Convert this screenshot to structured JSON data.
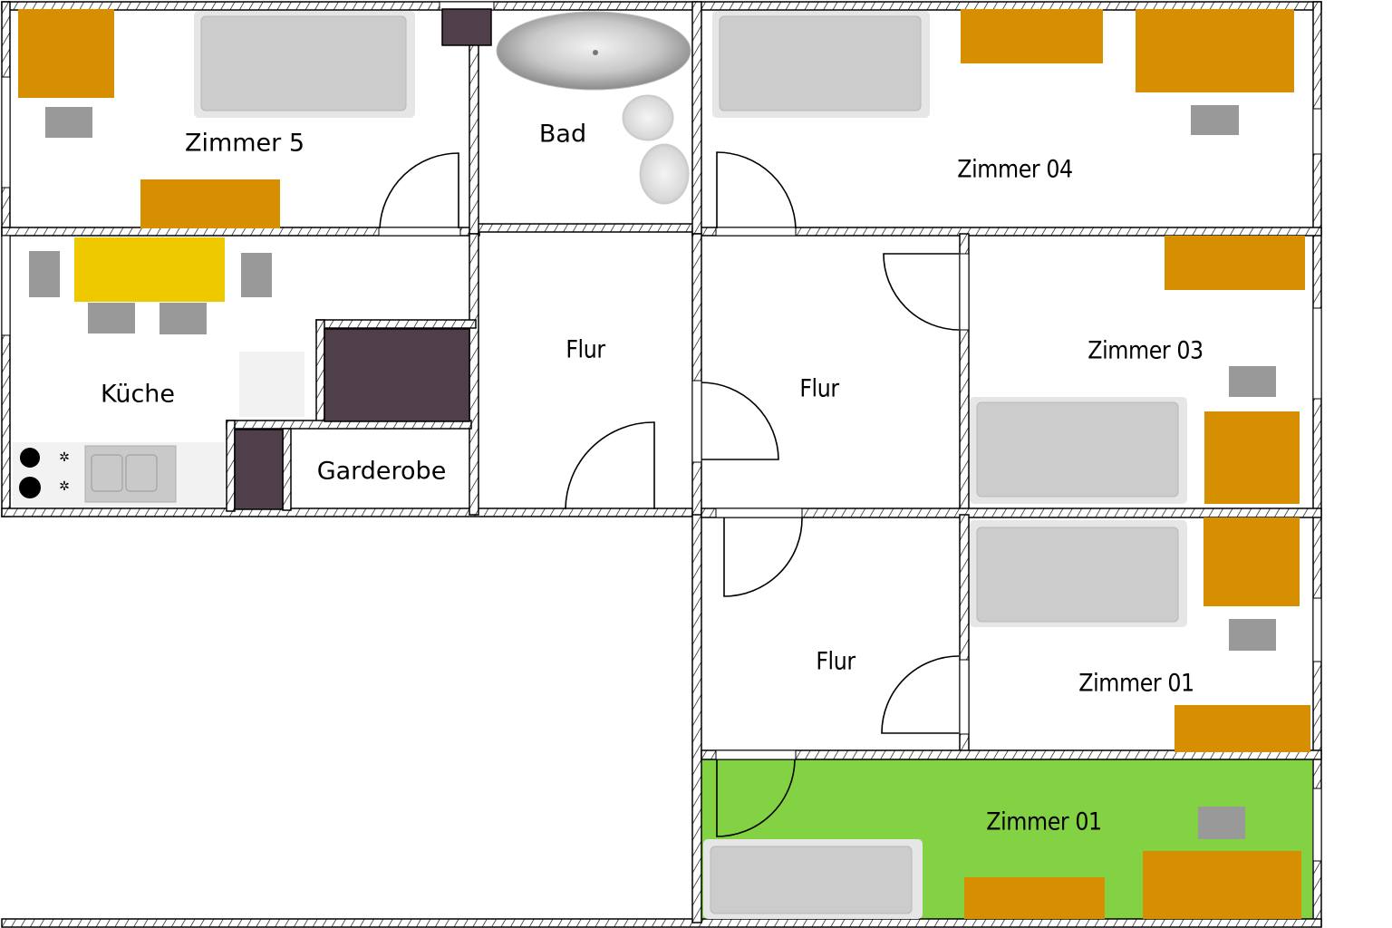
{
  "plan": {
    "title": "Floor plan",
    "rooms": [
      {
        "id": "zimmer-5",
        "label": "Zimmer 5"
      },
      {
        "id": "bad",
        "label": "Bad"
      },
      {
        "id": "zimmer-04",
        "label": "Zimmer 04"
      },
      {
        "id": "kueche",
        "label": "Küche"
      },
      {
        "id": "garderobe",
        "label": "Garderobe"
      },
      {
        "id": "flur-1",
        "label": "Flur"
      },
      {
        "id": "flur-2",
        "label": "Flur"
      },
      {
        "id": "zimmer-03",
        "label": "Zimmer 03"
      },
      {
        "id": "flur-3",
        "label": "Flur"
      },
      {
        "id": "zimmer-01-a",
        "label": "Zimmer 01"
      },
      {
        "id": "zimmer-01-b",
        "label": "Zimmer 01",
        "highlighted": true
      }
    ]
  },
  "colors": {
    "wall": "#000000",
    "desk": "#d68f00",
    "table": "#eec900",
    "bed": "#cccccc",
    "chair": "#999999",
    "wardrobe": "#4e3f4a",
    "highlight": "#82d244",
    "floor": "#ffffff"
  }
}
